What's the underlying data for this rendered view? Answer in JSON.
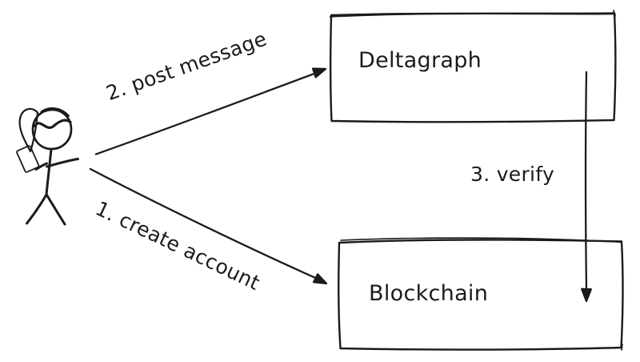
{
  "diagram": {
    "background_color": "#ffffff",
    "stroke_color": "#1b1b1b",
    "actor": {
      "id": "user",
      "icon": "stick-figure-person-icon"
    },
    "nodes": [
      {
        "id": "deltagraph",
        "label": "Deltagraph"
      },
      {
        "id": "blockchain",
        "label": "Blockchain"
      }
    ],
    "edges": [
      {
        "id": "create-account",
        "label": "1. create account",
        "from": "user",
        "to": "blockchain"
      },
      {
        "id": "post-message",
        "label": "2. post message",
        "from": "user",
        "to": "deltagraph"
      },
      {
        "id": "verify",
        "label": "3. verify",
        "from": "deltagraph",
        "to": "blockchain"
      }
    ]
  }
}
